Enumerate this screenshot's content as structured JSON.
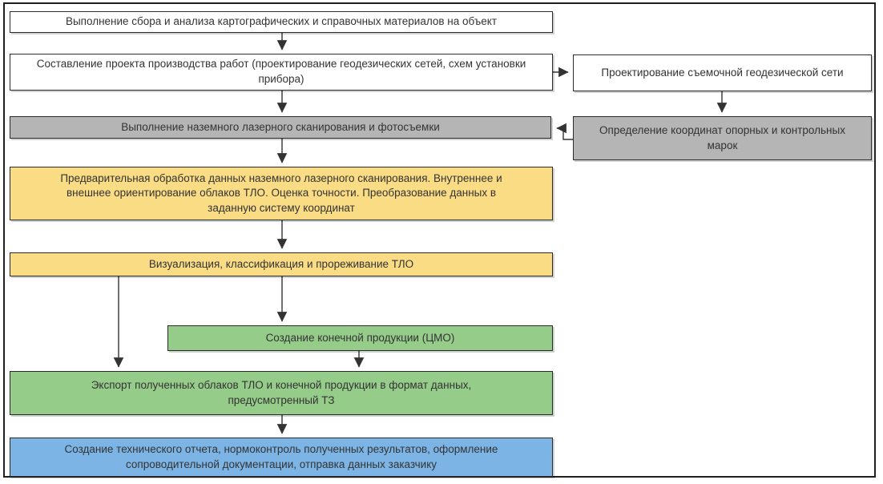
{
  "diagram": {
    "type": "flowchart",
    "language": "ru",
    "nodes": {
      "collect": {
        "label": "Выполнение сбора и анализа картографических и справочных материалов на объект",
        "fill": "white"
      },
      "plan": {
        "label": "Составление проекта производства работ (проектирование геодезических сетей, схем установки прибора)",
        "fill": "white"
      },
      "netdesign": {
        "label": "Проектирование съемочной геодезической сети",
        "fill": "white"
      },
      "scan": {
        "label": "Выполнение наземного лазерного сканирования и фотосъемки",
        "fill": "gray"
      },
      "marks": {
        "label": "Определение координат опорных и контрольных марок",
        "fill": "gray"
      },
      "preproc": {
        "label": "Предварительная обработка данных наземного лазерного сканирования. Внутреннее и внешнее ориентирование облаков ТЛО. Оценка точности. Преобразование данных в заданную систему координат",
        "fill": "yellow"
      },
      "visual": {
        "label": "Визуализация, классификация и прореживание ТЛО",
        "fill": "yellow"
      },
      "product": {
        "label": "Создание конечной продукции (ЦМО)",
        "fill": "green"
      },
      "export": {
        "label": "Экспорт полученных облаков ТЛО и конечной продукции в формат данных, предусмотренный ТЗ",
        "fill": "green"
      },
      "report": {
        "label": "Создание технического отчета, нормоконтроль полученных результатов, оформление сопроводительной документации, отправка данных заказчику",
        "fill": "blue"
      }
    },
    "edges": [
      "collect -> plan",
      "plan -> scan",
      "plan -> netdesign",
      "netdesign -> marks",
      "marks -> scan",
      "scan -> preproc",
      "preproc -> visual",
      "visual -> product",
      "visual -> export",
      "product -> export",
      "export -> report"
    ]
  },
  "colors": {
    "white": "#ffffff",
    "gray": "#b5b5b5",
    "yellow": "#fadc85",
    "green": "#96cc8a",
    "blue": "#7cb5e5",
    "node_border": "#2b2b2b",
    "frame_border": "#1f1f1f",
    "arrow": "#333333",
    "text": "#333333"
  }
}
